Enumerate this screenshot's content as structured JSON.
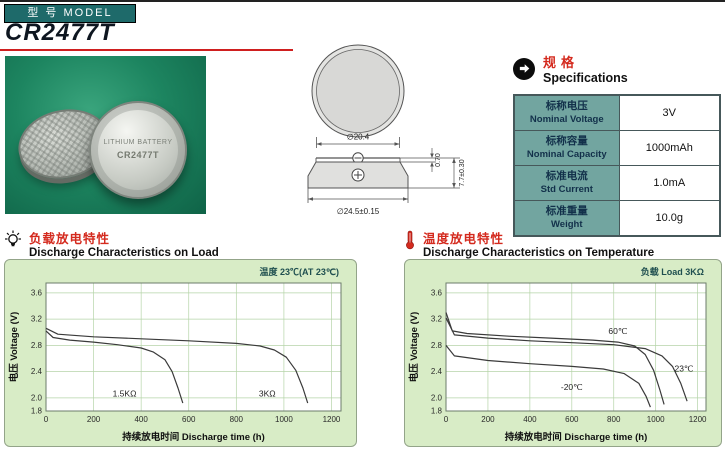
{
  "header": {
    "model_label": "型 号 MODEL",
    "model_number": "CR2477T"
  },
  "photo": {
    "coin_line1": "LITHIUM BATTERY",
    "coin_line2": "CR2477T"
  },
  "diagram": {
    "dim_top_diameter": "∅20.4",
    "dim_lip_height": "0.70",
    "dim_total_height": "7.7±0.30",
    "dim_base_diameter": "∅24.5±0.15"
  },
  "specs": {
    "title_cn": "规格",
    "title_en": "Specifications",
    "rows": [
      {
        "label_cn": "标称电压",
        "label_en": "Nominal Voltage",
        "value": "3V"
      },
      {
        "label_cn": "标称容量",
        "label_en": "Nominal Capacity",
        "value": "1000mAh"
      },
      {
        "label_cn": "标准电流",
        "label_en": "Std Current",
        "value": "1.0mA"
      },
      {
        "label_cn": "标准重量",
        "label_en": "Weight",
        "value": "10.0g"
      }
    ]
  },
  "icons": {
    "specs": "arrow-circle-icon",
    "load_chart": "bulb-icon",
    "temperature_chart": "thermometer-icon"
  },
  "colors": {
    "teal_header": "#1e6a6a",
    "red_accent": "#d42a1e",
    "panel_green": "#d8ecc6",
    "table_label_teal": "#72a5a0"
  },
  "chart_data": [
    {
      "type": "line",
      "header_cn": "负载放电特性",
      "header_en": "Discharge Characteristics on Load",
      "annotation": "温度 23℃(AT 23℃)",
      "xlabel": "持续放电时间   Discharge time (h)",
      "ylabel": "电压 Voltage (V)",
      "xlim": [
        0,
        1240
      ],
      "ylim": [
        1.8,
        3.75
      ],
      "xticks": [
        0,
        200,
        400,
        600,
        800,
        1000,
        1200
      ],
      "yticks": [
        1.8,
        2.0,
        2.4,
        2.8,
        3.2,
        3.6
      ],
      "grid": true,
      "legend_position": "inline-labels",
      "series": [
        {
          "name": "1.5KΩ",
          "color": "#3a3a3a",
          "points": [
            [
              0,
              3.02
            ],
            [
              30,
              2.92
            ],
            [
              100,
              2.88
            ],
            [
              200,
              2.85
            ],
            [
              300,
              2.81
            ],
            [
              400,
              2.76
            ],
            [
              450,
              2.7
            ],
            [
              500,
              2.58
            ],
            [
              530,
              2.4
            ],
            [
              555,
              2.15
            ],
            [
              575,
              1.92
            ]
          ],
          "label_x": 330,
          "label_y": 2.02
        },
        {
          "name": "3KΩ",
          "color": "#3a3a3a",
          "points": [
            [
              0,
              3.06
            ],
            [
              50,
              2.97
            ],
            [
              200,
              2.93
            ],
            [
              400,
              2.9
            ],
            [
              600,
              2.87
            ],
            [
              800,
              2.83
            ],
            [
              900,
              2.79
            ],
            [
              960,
              2.73
            ],
            [
              1010,
              2.62
            ],
            [
              1050,
              2.42
            ],
            [
              1080,
              2.15
            ],
            [
              1100,
              1.92
            ]
          ],
          "label_x": 930,
          "label_y": 2.02
        }
      ]
    },
    {
      "type": "line",
      "header_cn": "温度放电特性",
      "header_en": "Discharge Characteristics on Temperature",
      "annotation": "负载  Load 3KΩ",
      "xlabel": "持续放电时间   Discharge time (h)",
      "ylabel": "电压 Voltage (V)",
      "xlim": [
        0,
        1240
      ],
      "ylim": [
        1.8,
        3.75
      ],
      "xticks": [
        0,
        200,
        400,
        600,
        800,
        1000,
        1200
      ],
      "yticks": [
        1.8,
        2.0,
        2.4,
        2.8,
        3.2,
        3.6
      ],
      "grid": true,
      "legend_position": "inline-labels",
      "series": [
        {
          "name": "60℃",
          "color": "#3a3a3a",
          "points": [
            [
              0,
              3.3
            ],
            [
              30,
              3.02
            ],
            [
              100,
              2.98
            ],
            [
              300,
              2.94
            ],
            [
              500,
              2.91
            ],
            [
              700,
              2.88
            ],
            [
              820,
              2.85
            ],
            [
              900,
              2.79
            ],
            [
              950,
              2.66
            ],
            [
              990,
              2.42
            ],
            [
              1020,
              2.12
            ],
            [
              1040,
              1.9
            ]
          ],
          "label_x": 820,
          "label_y": 2.97
        },
        {
          "name": "23℃",
          "color": "#3a3a3a",
          "points": [
            [
              0,
              3.22
            ],
            [
              40,
              2.96
            ],
            [
              200,
              2.91
            ],
            [
              400,
              2.87
            ],
            [
              600,
              2.84
            ],
            [
              800,
              2.81
            ],
            [
              950,
              2.75
            ],
            [
              1030,
              2.64
            ],
            [
              1080,
              2.48
            ],
            [
              1120,
              2.22
            ],
            [
              1150,
              1.95
            ]
          ],
          "label_x": 1135,
          "label_y": 2.4
        },
        {
          "name": "-20℃",
          "color": "#3a3a3a",
          "points": [
            [
              0,
              2.8
            ],
            [
              40,
              2.64
            ],
            [
              200,
              2.57
            ],
            [
              400,
              2.52
            ],
            [
              600,
              2.48
            ],
            [
              750,
              2.44
            ],
            [
              850,
              2.37
            ],
            [
              920,
              2.22
            ],
            [
              955,
              2.02
            ],
            [
              975,
              1.86
            ]
          ],
          "label_x": 600,
          "label_y": 2.12
        }
      ]
    }
  ]
}
